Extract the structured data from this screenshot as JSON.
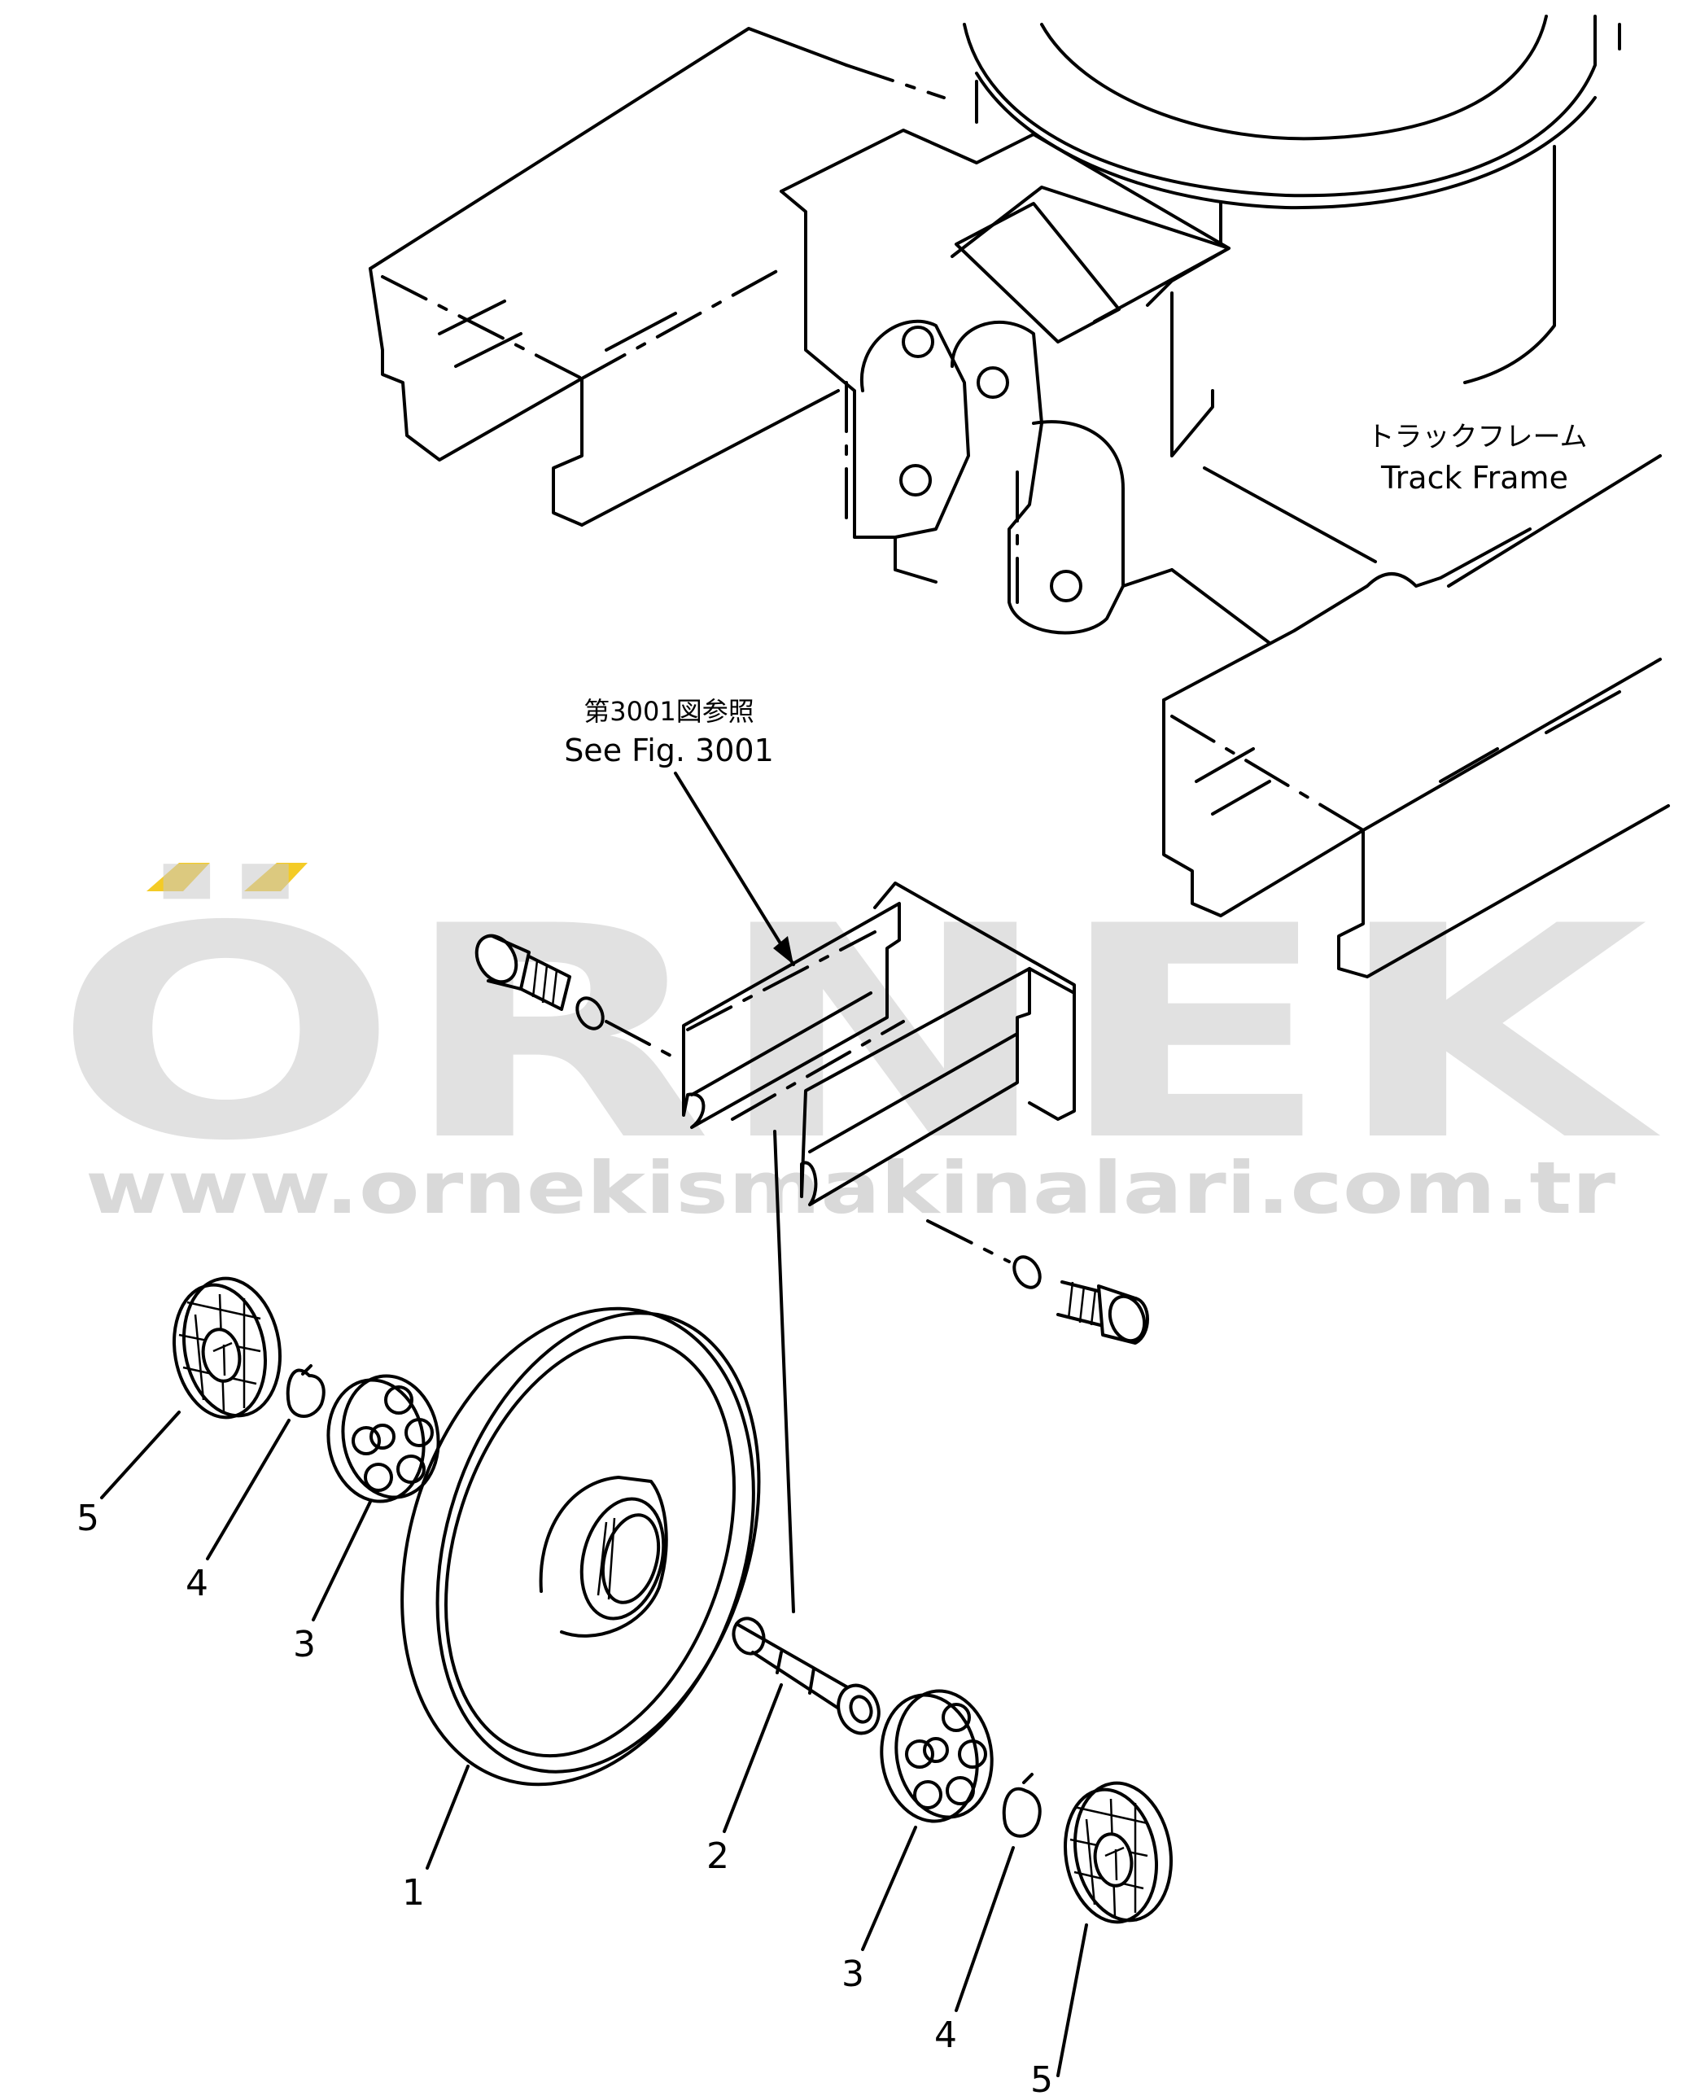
{
  "labels": {
    "track_frame_jp": "トラックフレーム",
    "track_frame_en": "Track Frame",
    "see_fig_jp": "第3001図参照",
    "see_fig_en": "See Fig. 3001"
  },
  "callouts": {
    "c1": "1",
    "c2": "2",
    "c3a": "3",
    "c3b": "3",
    "c4a": "4",
    "c4b": "4",
    "c5a": "5",
    "c5b": "5"
  },
  "watermark": {
    "brand": "ÖRNEK",
    "url": "www.ornekismakinalari.com.tr",
    "accent_color": "#f2c200",
    "text_color": "#c9c9c9"
  }
}
